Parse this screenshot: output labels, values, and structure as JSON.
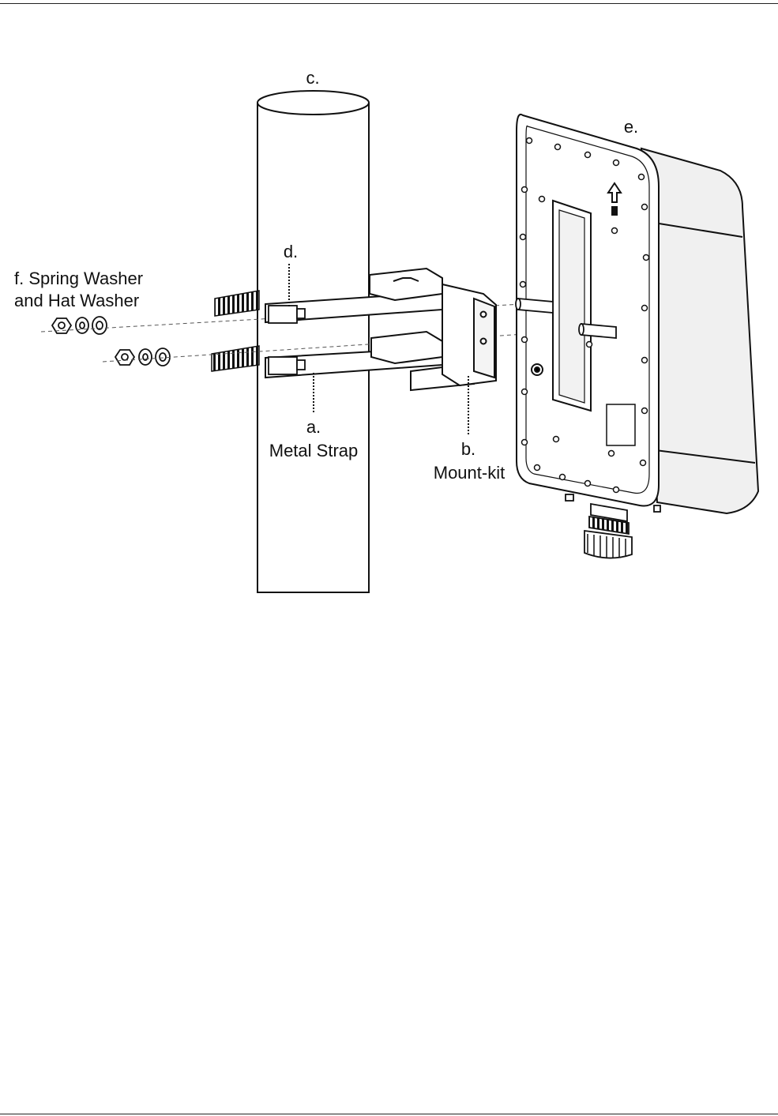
{
  "labels": {
    "c": "c.",
    "e": "e.",
    "d": "d.",
    "f_line1": "f. Spring Washer",
    "f_line2": "and Hat Washer",
    "a_letter": "a.",
    "a_text": "Metal Strap",
    "b_letter": "b.",
    "b_text": "Mount-kit"
  },
  "icons": {
    "device_arrow": "up-arrow-icon"
  }
}
